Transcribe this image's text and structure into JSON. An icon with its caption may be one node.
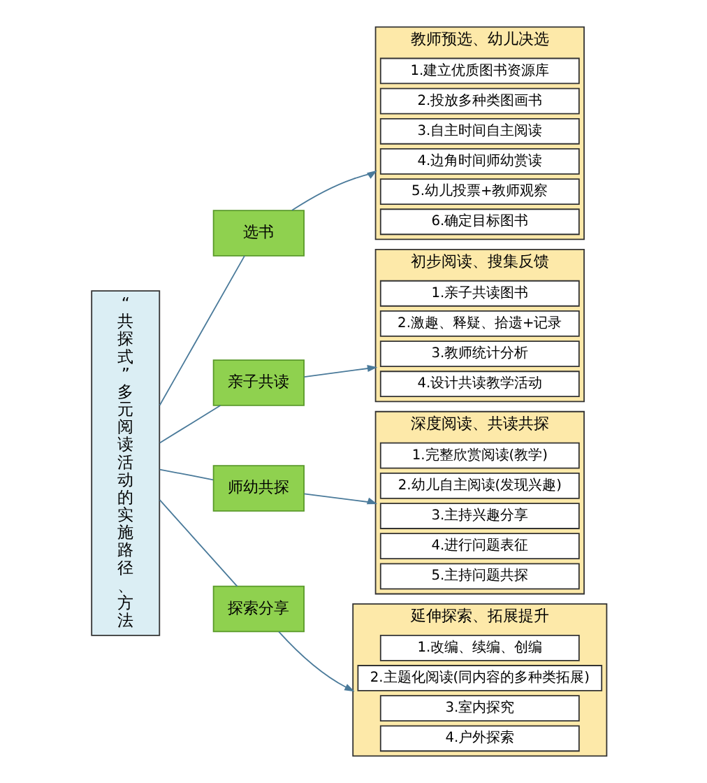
{
  "diagram": {
    "nodes": [
      {
        "text": [
          "“共探式”多元阅读活动的实施路径、方法"
        ]
      },
      {
        "text": [
          "选书"
        ]
      },
      {
        "text": [
          "教师预选、幼儿决选"
        ]
      },
      {
        "text": [
          "1.建立优质图书资源库"
        ],
        "in": 2
      },
      {
        "text": [
          "2.投放多种类图画书"
        ],
        "in": 2
      },
      {
        "text": [
          "3.自主时间自主阅读"
        ],
        "in": 2
      },
      {
        "text": [
          "4.边角时间师幼赏读"
        ],
        "in": 2
      },
      {
        "text": [
          "5.幼儿投票+教师观察"
        ],
        "in": 2
      },
      {
        "text": [
          "6.确定目标图书"
        ],
        "in": 2
      },
      {
        "text": [
          "亲子共读"
        ]
      },
      {
        "text": [
          "初步阅读、搜集反馈"
        ]
      },
      {
        "text": [
          "1.亲子共读图书"
        ],
        "in": 10
      },
      {
        "text": [
          "2.激趣、释疑、拾遗+记录"
        ],
        "in": 10
      },
      {
        "text": [
          "3.教师统计分析"
        ],
        "in": 10
      },
      {
        "text": [
          "4.设计共读教学活动"
        ],
        "in": 10
      },
      {
        "text": [
          "师幼共探"
        ]
      },
      {
        "text": [
          "深度阅读、共读共探"
        ]
      },
      {
        "text": [
          "1.完整欣赏阅读(教学)"
        ],
        "in": 16
      },
      {
        "text": [
          "2.幼儿自主阅读(发现兴趣)"
        ],
        "in": 16
      },
      {
        "text": [
          "3.主持兴趣分享"
        ],
        "in": 16
      },
      {
        "text": [
          "4.进行问题表征"
        ],
        "in": 16
      },
      {
        "text": [
          "5.主持问题共探"
        ],
        "in": 16
      },
      {
        "text": [
          "探索分享"
        ]
      },
      {
        "text": [
          "延伸探索、拓展提升"
        ]
      },
      {
        "text": [
          "1.改编、续编、创编"
        ],
        "in": 23
      },
      {
        "text": [
          "2.主题化阅读(同内容的多种类拓展)"
        ],
        "in": 23
      },
      {
        "text": [
          "3.室内探究"
        ],
        "in": 23
      },
      {
        "text": [
          "4.户外探索"
        ],
        "in": 23
      }
    ],
    "edges": [
      {
        "from": 0,
        "to": 1,
        "arrow": "none"
      },
      {
        "from": 0,
        "to": 9,
        "arrow": "none"
      },
      {
        "from": 0,
        "to": 15,
        "arrow": "none"
      },
      {
        "from": 0,
        "to": 22,
        "arrow": "none"
      },
      {
        "from": 1,
        "to": 2,
        "arrow": "to"
      },
      {
        "from": 9,
        "to": 10,
        "arrow": "to"
      },
      {
        "from": 15,
        "to": 16,
        "arrow": "to"
      },
      {
        "from": 22,
        "to": 23,
        "arrow": "to"
      }
    ]
  }
}
